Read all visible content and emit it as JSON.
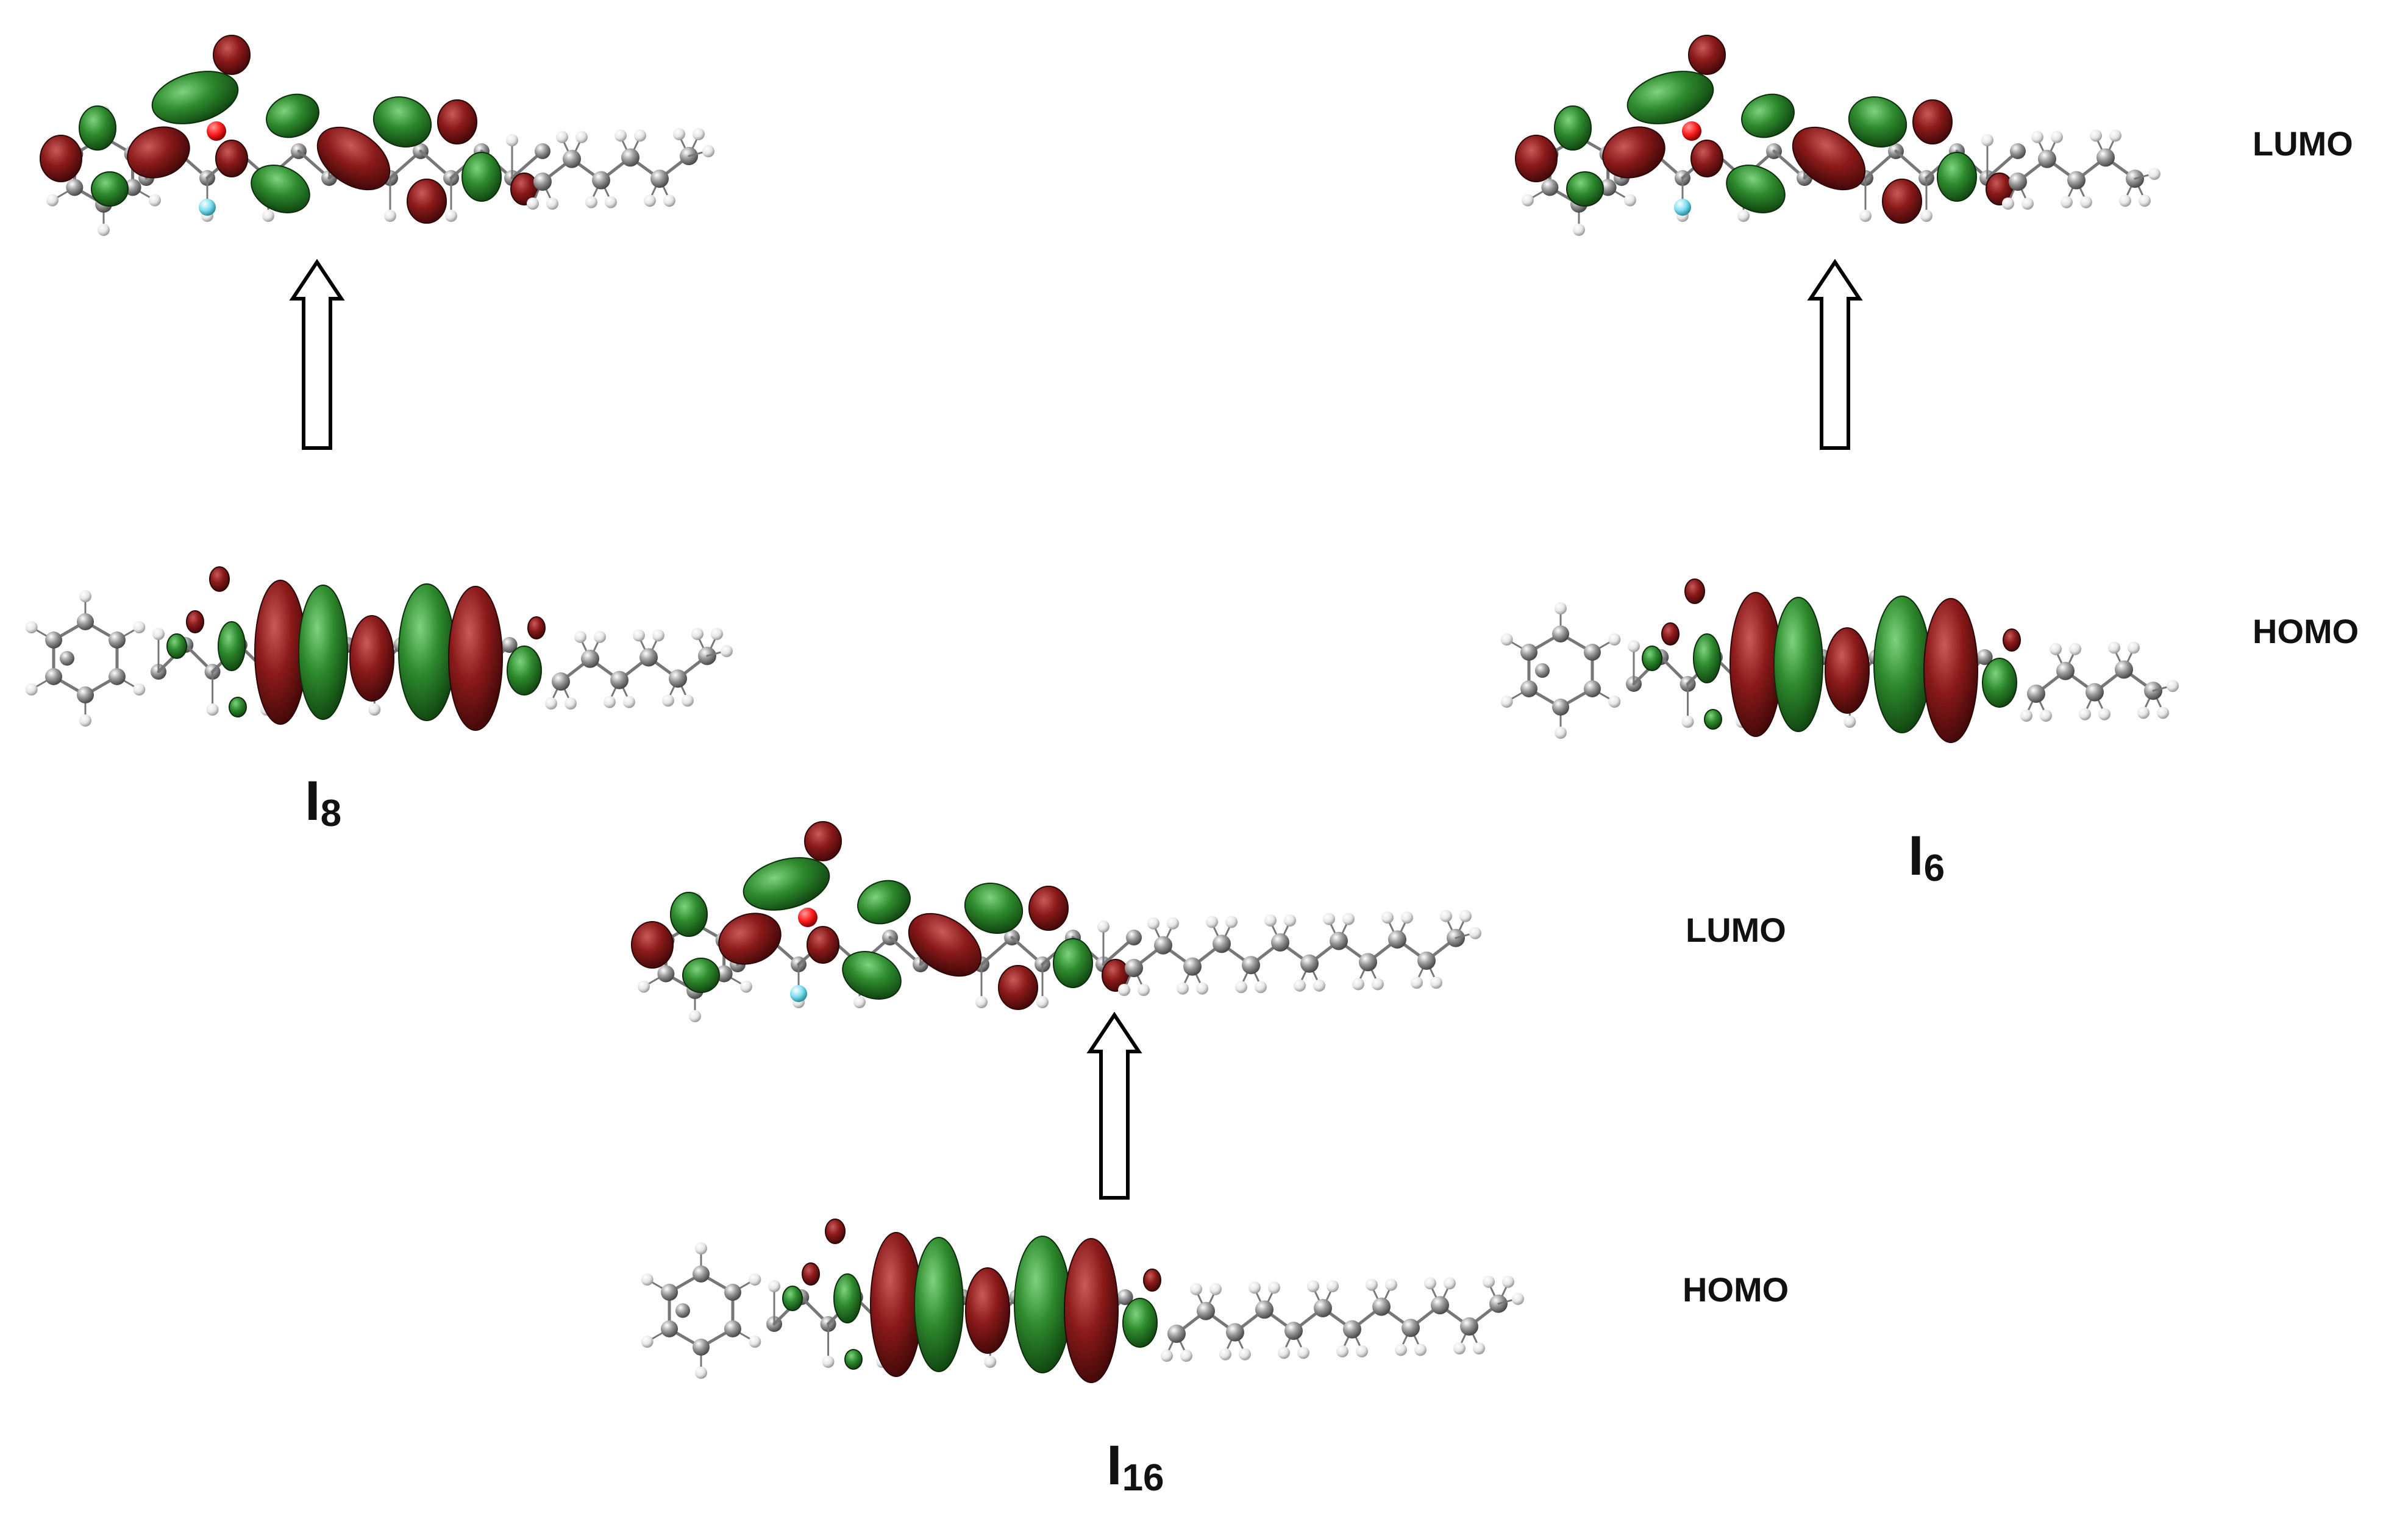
{
  "colors": {
    "lobe_positive": "#2e8b2e",
    "lobe_negative": "#8b1a1a",
    "carbon_atom": "#9a9a9a",
    "hydrogen_atom": "#e6e6e6",
    "oxygen_atom": "#ff1f1f",
    "fluorine_atom": "#7fe0f0",
    "arrow": "#000000"
  },
  "labels": {
    "lumo": "LUMO",
    "homo": "HOMO"
  },
  "molecules": [
    {
      "id": "I8",
      "main": "I",
      "sub": "8"
    },
    {
      "id": "I6",
      "main": "I",
      "sub": "6"
    },
    {
      "id": "I16",
      "main": "I",
      "sub": "16"
    }
  ],
  "arrow_meaning": "HOMO to LUMO transition",
  "icons": {
    "transition_arrow": "hollow-up-arrow-icon"
  }
}
